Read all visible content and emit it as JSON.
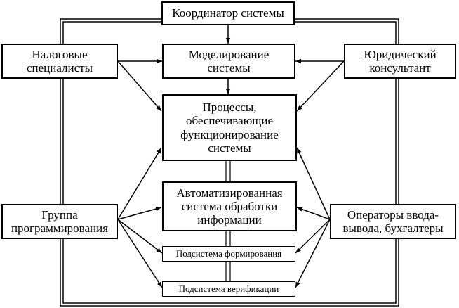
{
  "nodes": {
    "coordinator": "Координатор системы",
    "modeling": "Моделирование\nсистемы",
    "tax": "Налоговые\nспециалисты",
    "legal": "Юридический\nконсультант",
    "processes": "Процессы,\nобеспечивающие\nфункционирование\nсистемы",
    "automated": "Автоматизированная\nсистема обработки\nинформации",
    "programmers": "Группа\nпрограммирования",
    "operators": "Операторы ввода-\nвывода, бухгалтеры",
    "formation": "Подсистема формирования",
    "verification": "Подсистема верификации"
  },
  "colors": {
    "line": "#000000",
    "background": "#ffffff"
  }
}
